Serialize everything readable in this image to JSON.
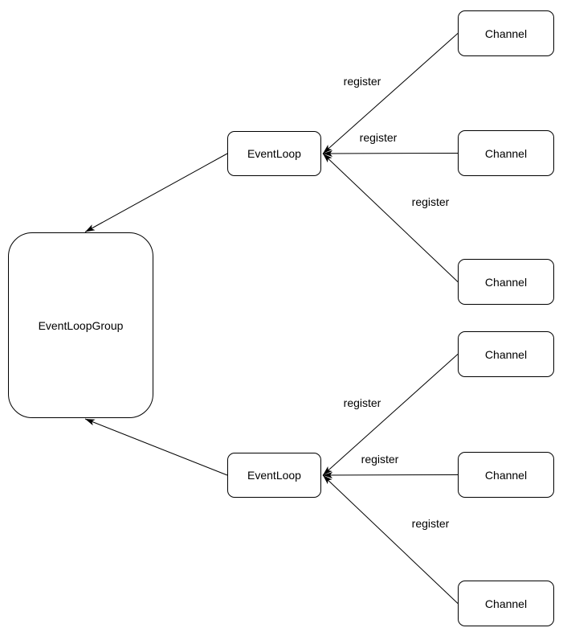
{
  "diagram": {
    "colors": {
      "stroke": "#000000",
      "node_fill": "#ffffff",
      "text": "#000000",
      "background": "#ffffff"
    },
    "group": {
      "label": "EventLoopGroup"
    },
    "event_loops": [
      {
        "label": "EventLoop"
      },
      {
        "label": "EventLoop"
      }
    ],
    "channels": [
      {
        "label": "Channel"
      },
      {
        "label": "Channel"
      },
      {
        "label": "Channel"
      },
      {
        "label": "Channel"
      },
      {
        "label": "Channel"
      },
      {
        "label": "Channel"
      }
    ],
    "register_labels": [
      "register",
      "register",
      "register",
      "register",
      "register",
      "register"
    ]
  }
}
